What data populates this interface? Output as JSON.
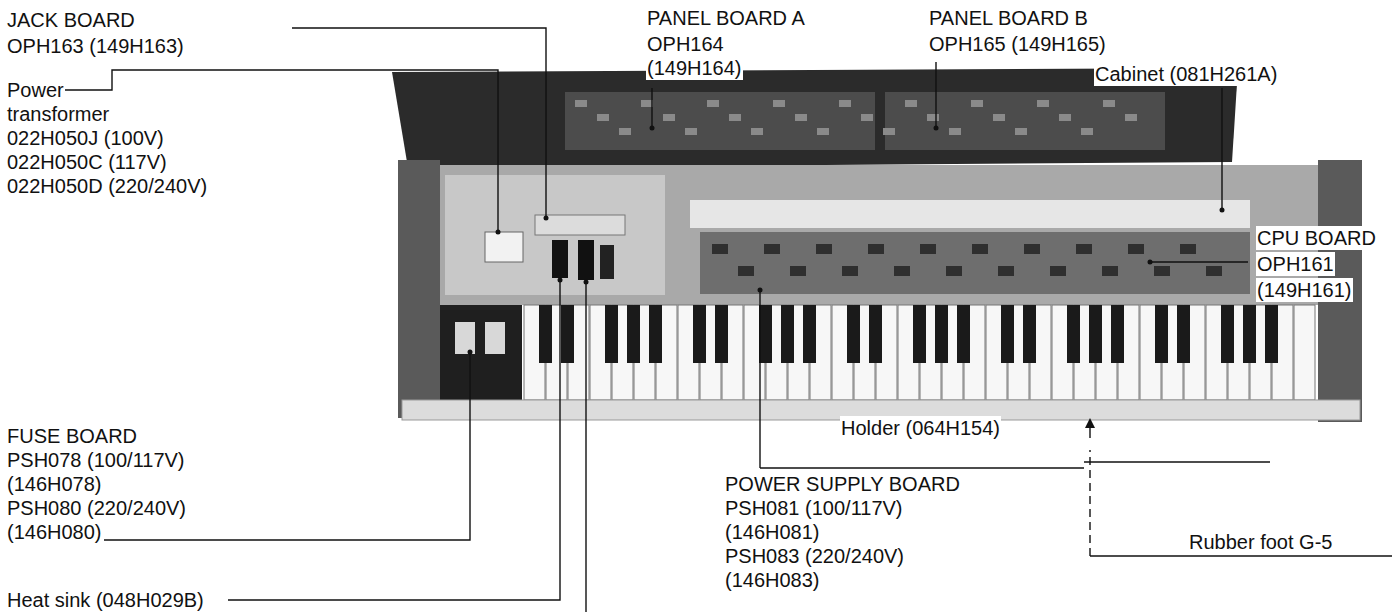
{
  "diagram": {
    "labels": [
      "JACK BOARD",
      "OPH163 (149H163)",
      "PANEL BOARD A",
      "OPH164",
      "(149H164)",
      "PANEL BOARD B",
      "OPH165 (149H165)",
      "Power",
      "transformer",
      "022H050J (100V)",
      "022H050C (117V)",
      "022H050D (220/240V)",
      "Cabinet (081H261A)",
      "CPU BOARD",
      "OPH161",
      "(149H161)",
      "FUSE BOARD",
      "PSH078 (100/117V)",
      "(146H078)",
      "PSH080 (220/240V)",
      "(146H080)",
      "Heat sink (048H029B)",
      "Holder (064H154)",
      "POWER SUPPLY BOARD",
      "PSH081 (100/117V)",
      "(146H081)",
      "PSH083 (220/240V)",
      "(146H083)",
      "Rubber foot G-5"
    ]
  }
}
